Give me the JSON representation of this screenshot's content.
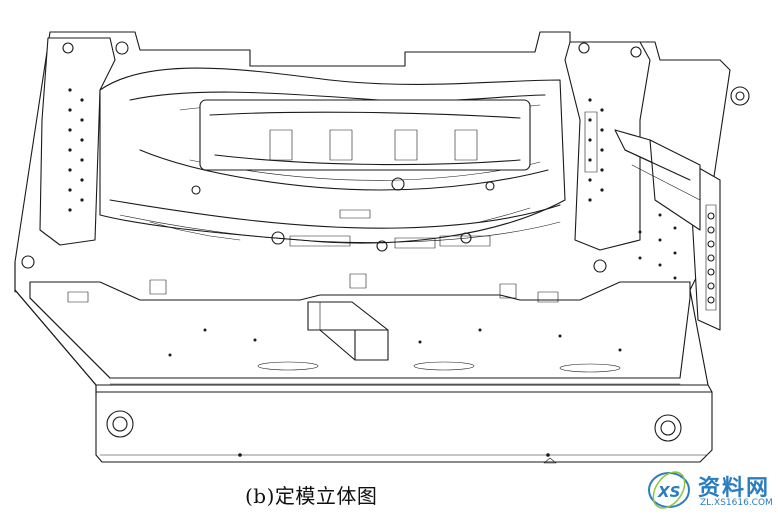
{
  "caption": "(b)定模立体图",
  "watermark": {
    "logo_letters": "XS",
    "title": "资料网",
    "url": "ZL.XS1616.COM"
  },
  "colors": {
    "line": "#1a1a1a",
    "background": "#ffffff",
    "watermark": "#2a7dc0"
  }
}
